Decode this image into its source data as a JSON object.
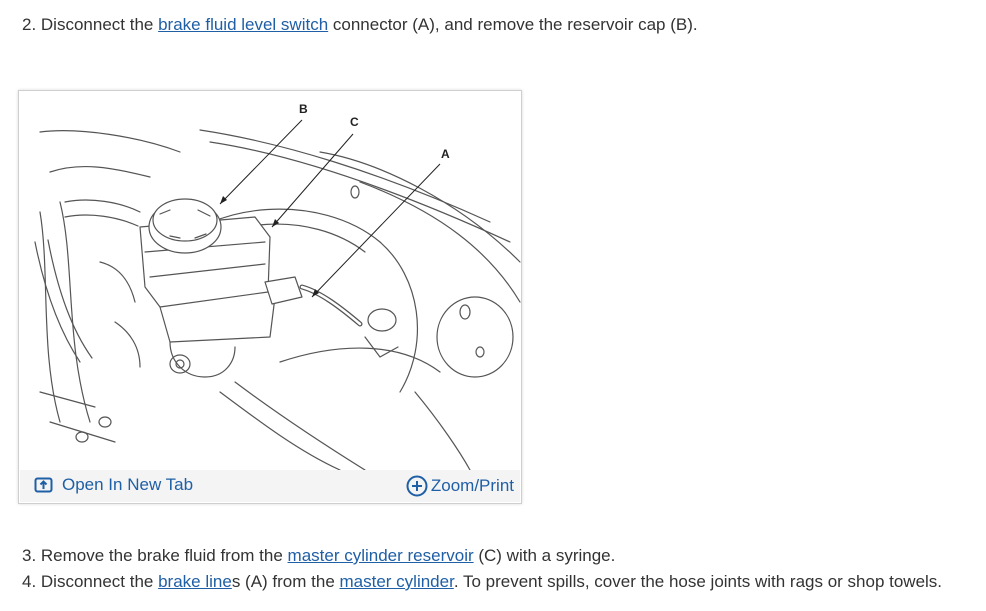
{
  "steps": [
    {
      "number": "2.",
      "segments": [
        {
          "text": "Disconnect the ",
          "link": false
        },
        {
          "text": "brake fluid level switch",
          "link": true
        },
        {
          "text": " connector (A), and remove the reservoir cap (B).",
          "link": false
        }
      ]
    },
    {
      "number": "3.",
      "segments": [
        {
          "text": "Remove the brake fluid from the ",
          "link": false
        },
        {
          "text": "master cylinder reservoir",
          "link": true
        },
        {
          "text": " (C) with a syringe.",
          "link": false
        }
      ]
    },
    {
      "number": "4.",
      "segments": [
        {
          "text": "Disconnect the ",
          "link": false
        },
        {
          "text": "brake line",
          "link": true
        },
        {
          "text": "s (A) from the ",
          "link": false
        },
        {
          "text": "master cylinder",
          "link": true
        },
        {
          "text": ". To prevent spills, cover the hose joints with rags or shop towels.",
          "link": false
        }
      ]
    }
  ],
  "figure": {
    "callouts": {
      "b": "B",
      "c": "C",
      "a": "A"
    },
    "open_tab_label": "Open In New Tab",
    "zoom_print_label": "Zoom/Print",
    "open_tab_icon": "open-external-icon",
    "zoom_icon": "plus-circle-icon"
  },
  "colors": {
    "link": "#1f5fa6",
    "text": "#333333",
    "toolbar_bg": "#f4f4f4"
  }
}
